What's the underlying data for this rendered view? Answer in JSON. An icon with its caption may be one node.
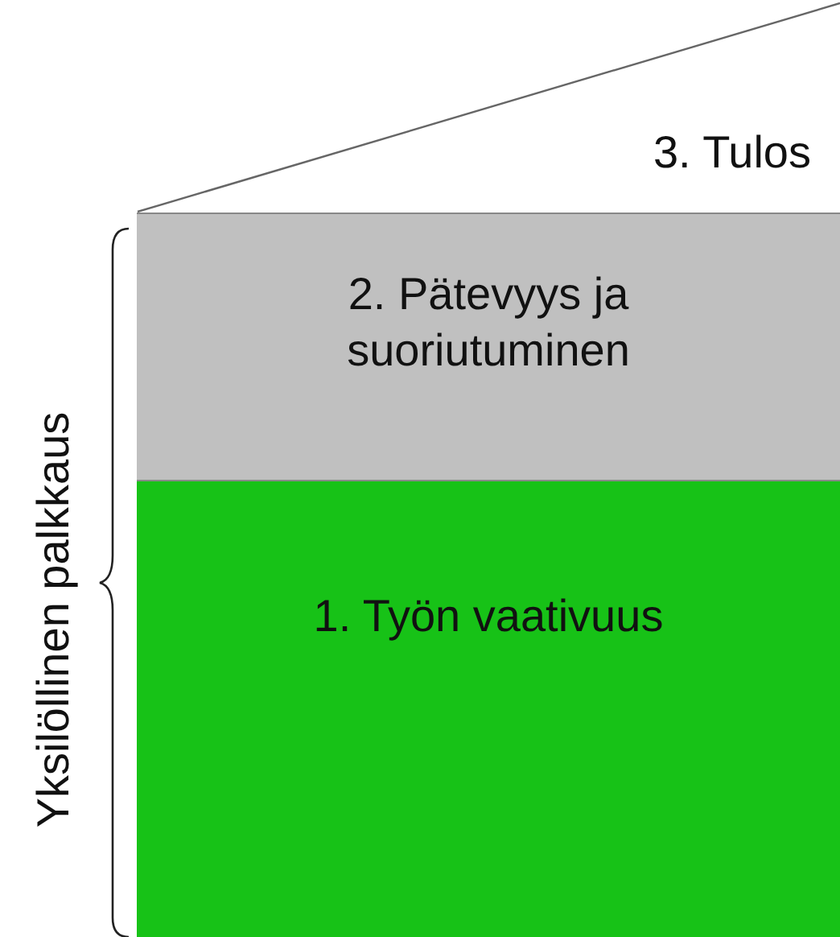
{
  "diagram": {
    "nodes": [
      {
        "text": [
          "3. Tulos"
        ]
      },
      {
        "text": [
          "2. Pätevyys ja suoriutuminen"
        ]
      },
      {
        "text": [
          "1. Työn vaativuus"
        ]
      }
    ],
    "labels": [
      "Yksilöllinen palkkaus"
    ]
  }
}
